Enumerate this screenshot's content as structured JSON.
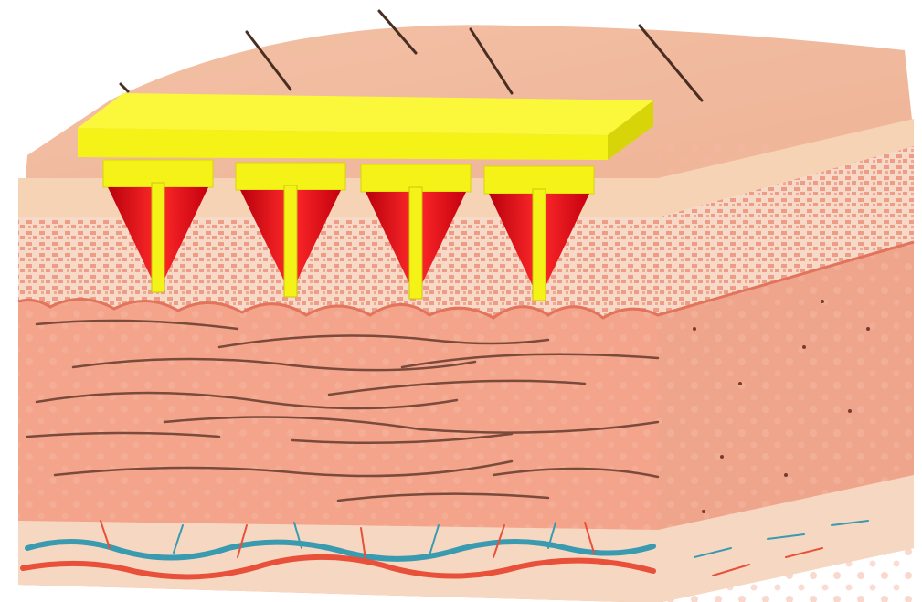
{
  "diagram": {
    "subject": "skin-cross-section-with-microneedle-patch",
    "layers": [
      "epidermis-surface",
      "stratum-corneum",
      "dermal-papillae",
      "dermis",
      "hypodermis-vessels"
    ],
    "patch": {
      "needle_count": 4,
      "backing_color": "#f5f218",
      "needle_color": "#e4111a",
      "shaft_color": "#f5f218"
    },
    "colors": {
      "skin_top": "#f0b69a",
      "skin_front": "#f3a48b",
      "papillary_band": "#f4c9b5",
      "dermis_fibers": "#7a4a3a",
      "artery": "#e8503a",
      "vein": "#3a9ab0"
    },
    "hairs": 5,
    "dermal_fibers": 12
  }
}
